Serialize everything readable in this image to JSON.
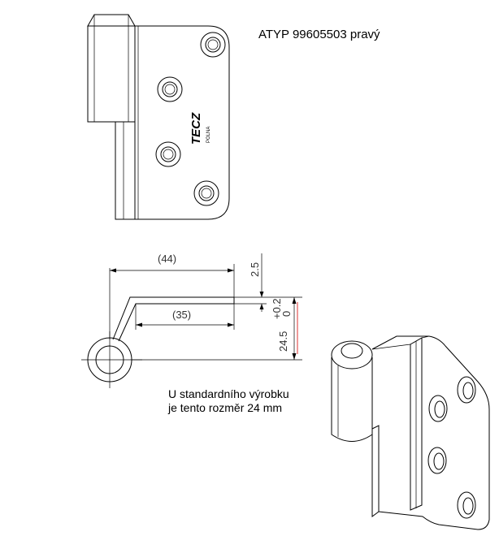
{
  "drawing": {
    "title": "ATYP 99605503 pravý",
    "logo_text": "TECZ",
    "logo_subtext": "POLNA",
    "dimensions": {
      "overall_width": "(44)",
      "inner_width": "(35)",
      "offset": "2.5",
      "height": "24.5",
      "tolerance_upper": "+0.2",
      "tolerance_lower": "0"
    },
    "note": {
      "line1": "U standardního výrobku",
      "line2": "je tento rozměr 24 mm"
    }
  }
}
